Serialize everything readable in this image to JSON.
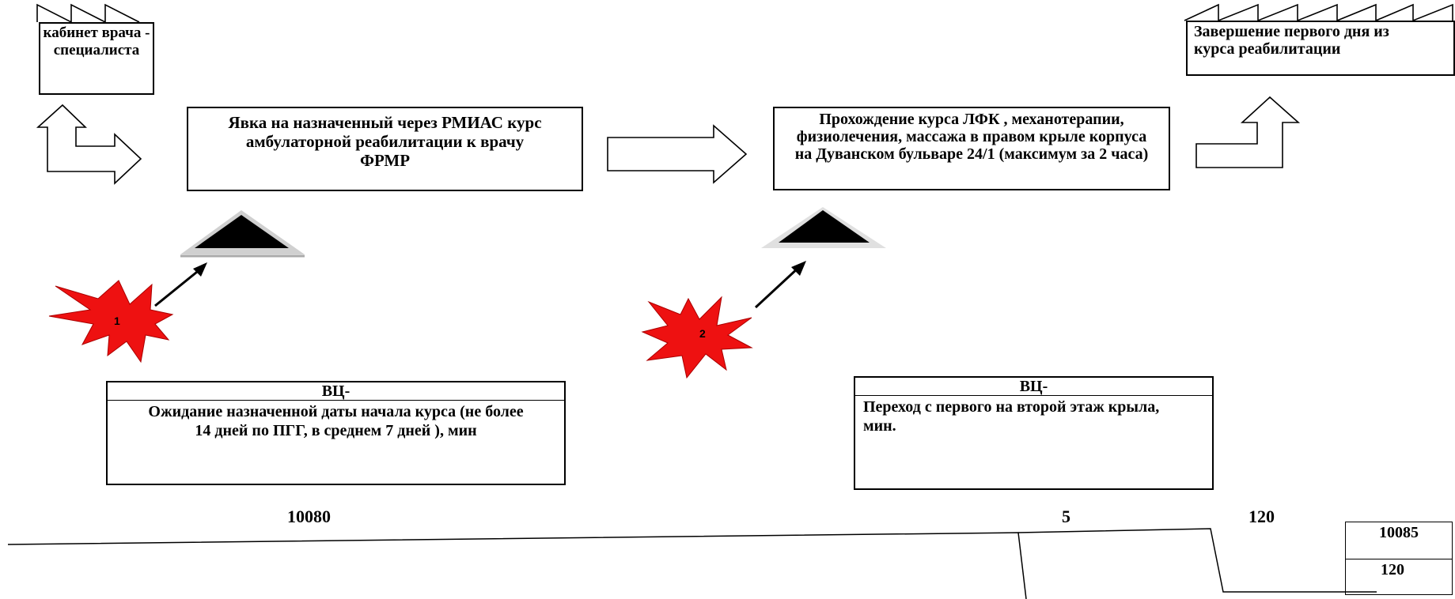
{
  "start_box": {
    "label": "кабинет врача - специалиста"
  },
  "step1": {
    "label": "Явка на назначенный через РМИАС курс амбулаторной реабилитации к врачу ФРМР"
  },
  "step2": {
    "label": "Прохождение курса ЛФК , механотерапии, физиолечения, массажа в правом крыле корпуса на Дуванском бульваре 24/1  (максимум за 2 часа)"
  },
  "end_box": {
    "label": "Завершение первого дня из курса реабилитации"
  },
  "wait1": {
    "header": "ВЦ-",
    "text": "Ожидание назначенной даты начала курса (не более 14 дней по ПГГ, в среднем 7 дней ), мин",
    "badge": "1"
  },
  "wait2": {
    "header": "ВЦ-",
    "text": "Переход с первого на второй этаж крыла, мин.",
    "badge": "2"
  },
  "timeline": {
    "wait1_minutes": "10080",
    "wait2_minutes": "5",
    "step2_minutes": "120",
    "total_wait": "10085",
    "total_process": "120"
  },
  "colors": {
    "burst": "#ee1111",
    "line": "#000000",
    "triangle_shadow": "#d0d0d0"
  }
}
